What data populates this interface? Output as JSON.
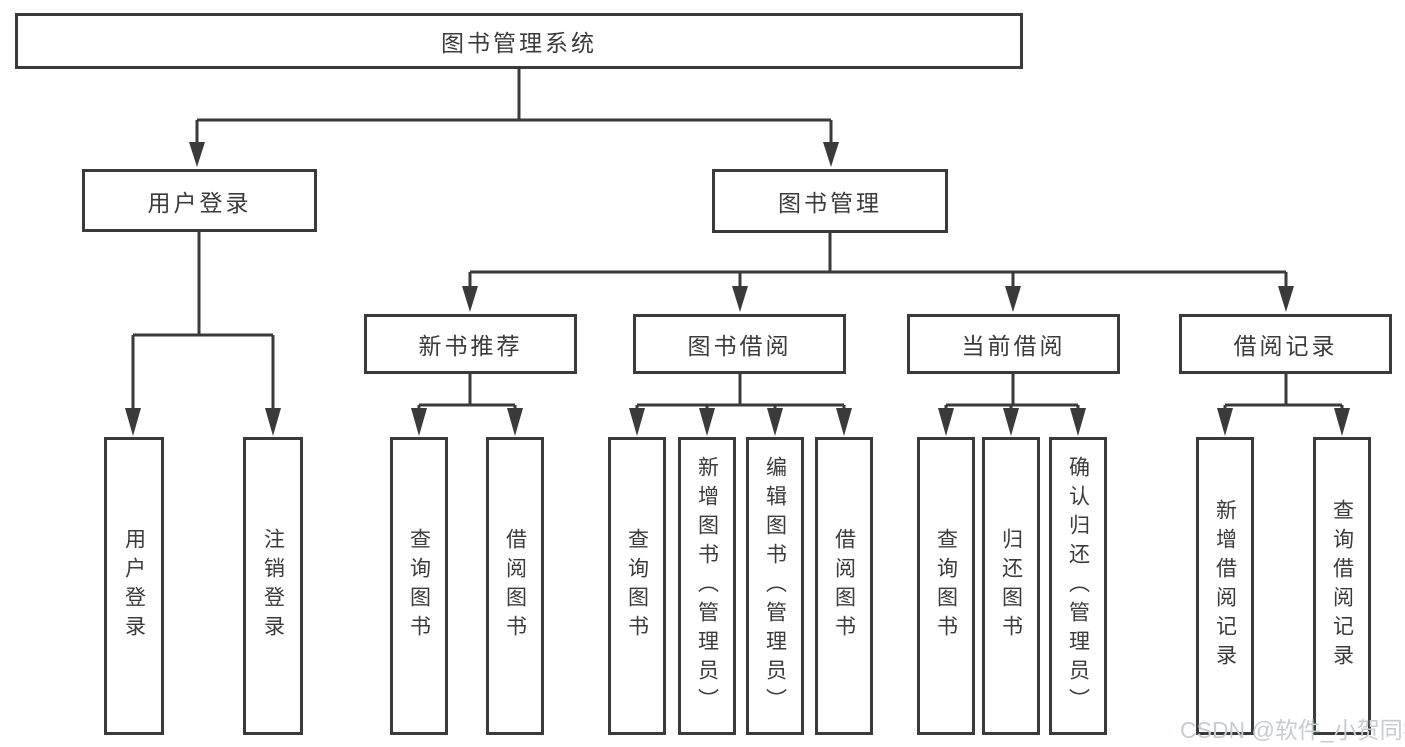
{
  "tree": {
    "label": "图书管理系统",
    "children": [
      {
        "label": "用户登录",
        "children": [
          {
            "label": "用户登录"
          },
          {
            "label": "注销登录"
          }
        ]
      },
      {
        "label": "图书管理",
        "children": [
          {
            "label": "新书推荐",
            "children": [
              {
                "label": "查询图书"
              },
              {
                "label": "借阅图书"
              }
            ]
          },
          {
            "label": "图书借阅",
            "children": [
              {
                "label": "查询图书"
              },
              {
                "label": "新增图书（管理员）"
              },
              {
                "label": "编辑图书（管理员）"
              },
              {
                "label": "借阅图书"
              }
            ]
          },
          {
            "label": "当前借阅",
            "children": [
              {
                "label": "查询图书"
              },
              {
                "label": "归还图书"
              },
              {
                "label": "确认归还（管理员）"
              }
            ]
          },
          {
            "label": "借阅记录",
            "children": [
              {
                "label": "新增借阅记录"
              },
              {
                "label": "查询借阅记录"
              }
            ]
          }
        ]
      }
    ]
  },
  "watermark": "CSDN @软件_小贺同学",
  "colors": {
    "line": "#3a3a3a",
    "text": "#3b3b3b",
    "watermark": "#c7cbd4",
    "background": "#ffffff"
  }
}
